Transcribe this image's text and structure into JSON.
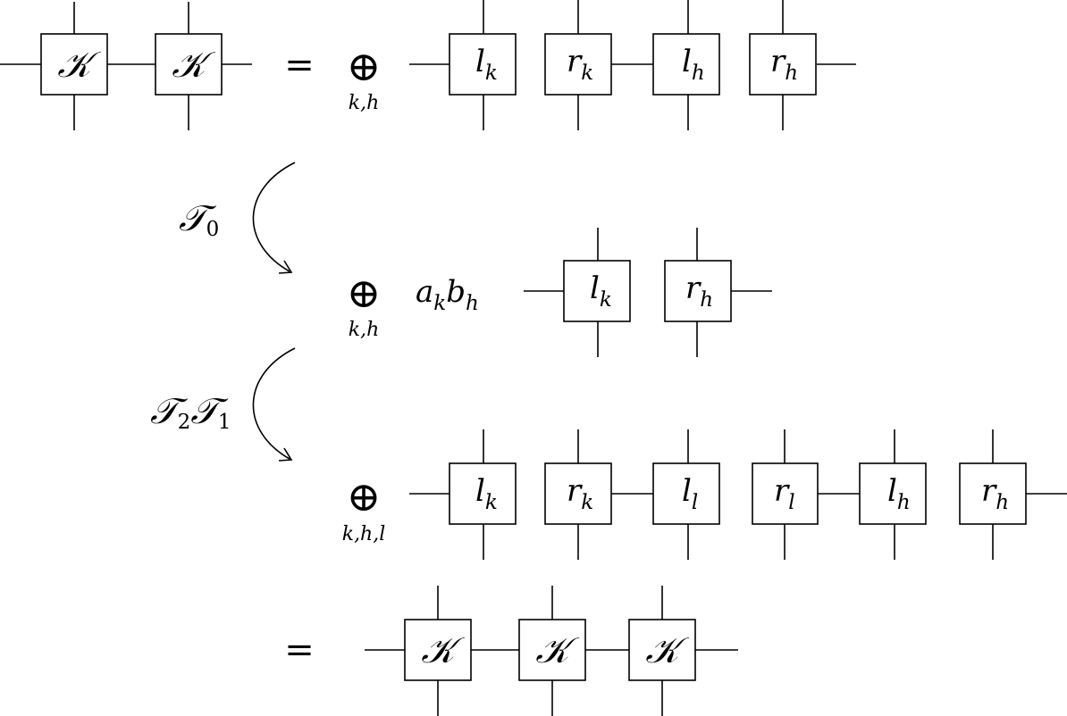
{
  "equations": {
    "row1": {
      "lhs": [
        {
          "sym": "𝒦"
        },
        {
          "sym": "𝒦"
        }
      ],
      "equals": "=",
      "sum_sub": "k,h",
      "rhs": [
        {
          "main": "l",
          "sub": "k"
        },
        {
          "main": "r",
          "sub": "k"
        },
        {
          "main": "l",
          "sub": "h"
        },
        {
          "main": "r",
          "sub": "h"
        }
      ]
    },
    "arrow1": {
      "main": "𝒯",
      "sub": "0"
    },
    "row2": {
      "sum_sub": "k,h",
      "coef": {
        "a": "a",
        "a_sub": "k",
        "b": "b",
        "b_sub": "h"
      },
      "tensors": [
        {
          "main": "l",
          "sub": "k"
        },
        {
          "main": "r",
          "sub": "h"
        }
      ]
    },
    "arrow2": {
      "main1": "𝒯",
      "sub1": "2",
      "main2": "𝒯",
      "sub2": "1"
    },
    "row3": {
      "sum_sub": "k,h,l",
      "tensors": [
        {
          "main": "l",
          "sub": "k"
        },
        {
          "main": "r",
          "sub": "k"
        },
        {
          "main": "l",
          "sub": "l"
        },
        {
          "main": "r",
          "sub": "l"
        },
        {
          "main": "l",
          "sub": "h"
        },
        {
          "main": "r",
          "sub": "h"
        }
      ]
    },
    "row4": {
      "equals": "=",
      "tensors": [
        {
          "sym": "𝒦"
        },
        {
          "sym": "𝒦"
        },
        {
          "sym": "𝒦"
        }
      ]
    },
    "oplus": "⊕"
  }
}
